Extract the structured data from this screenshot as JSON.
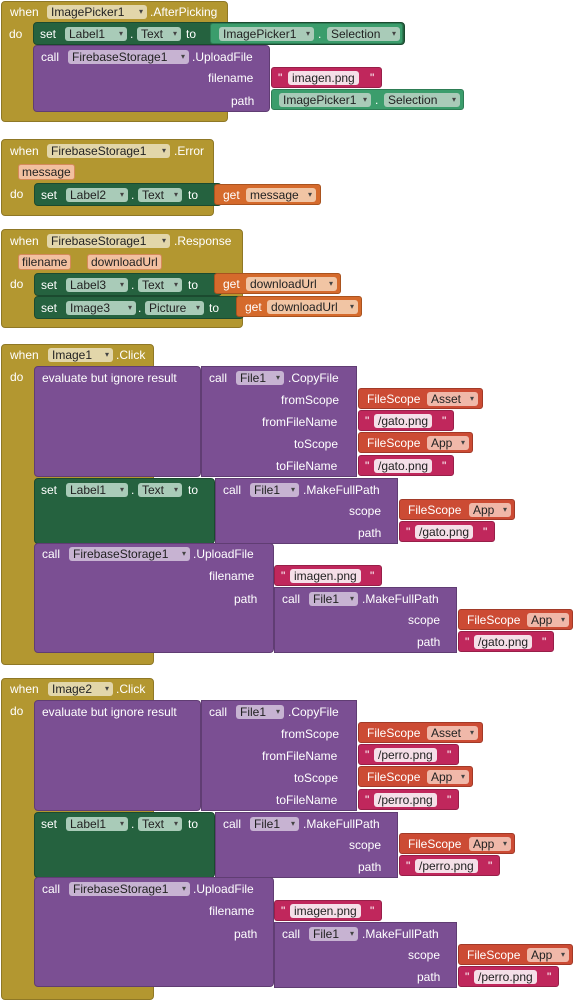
{
  "kw": {
    "when": "when",
    "do": "do",
    "set": "set",
    "to": "to",
    "call": "call",
    "get": "get",
    "dot": ".",
    "q": "\""
  },
  "labels": {
    "afterPicking": ".AfterPicking",
    "error": ".Error",
    "response": ".Response",
    "click": ".Click",
    "uploadFile": ".UploadFile",
    "copyFile": ".CopyFile",
    "makeFullPath": ".MakeFullPath",
    "filename": "filename",
    "path": "path",
    "fromScope": "fromScope",
    "fromFileName": "fromFileName",
    "toScope": "toScope",
    "toFileName": "toFileName",
    "scope": "scope",
    "evaluate": "evaluate but ignore result",
    "fileScope": "FileScope"
  },
  "components": {
    "imagePicker1": "ImagePicker1",
    "label1": "Label1",
    "label2": "Label2",
    "label3": "Label3",
    "image1": "Image1",
    "image2": "Image2",
    "image3": "Image3",
    "firebase": "FirebaseStorage1",
    "file1": "File1"
  },
  "props": {
    "text": "Text",
    "selection": "Selection",
    "picture": "Picture"
  },
  "params": {
    "message": "message",
    "filename": "filename",
    "downloadUrl": "downloadUrl"
  },
  "scopes": {
    "asset": "Asset",
    "app": "App"
  },
  "strings": {
    "imagen": "imagen.png",
    "gato": "/gato.png",
    "perro": "/perro.png"
  },
  "colors": {
    "event": "#b39730",
    "procedure": "#7b4f93",
    "setter": "#25623f",
    "text": "#c0275c",
    "getter": "#d56a2c",
    "fileScope": "#cc4b34",
    "component": "#3b9d6c"
  }
}
